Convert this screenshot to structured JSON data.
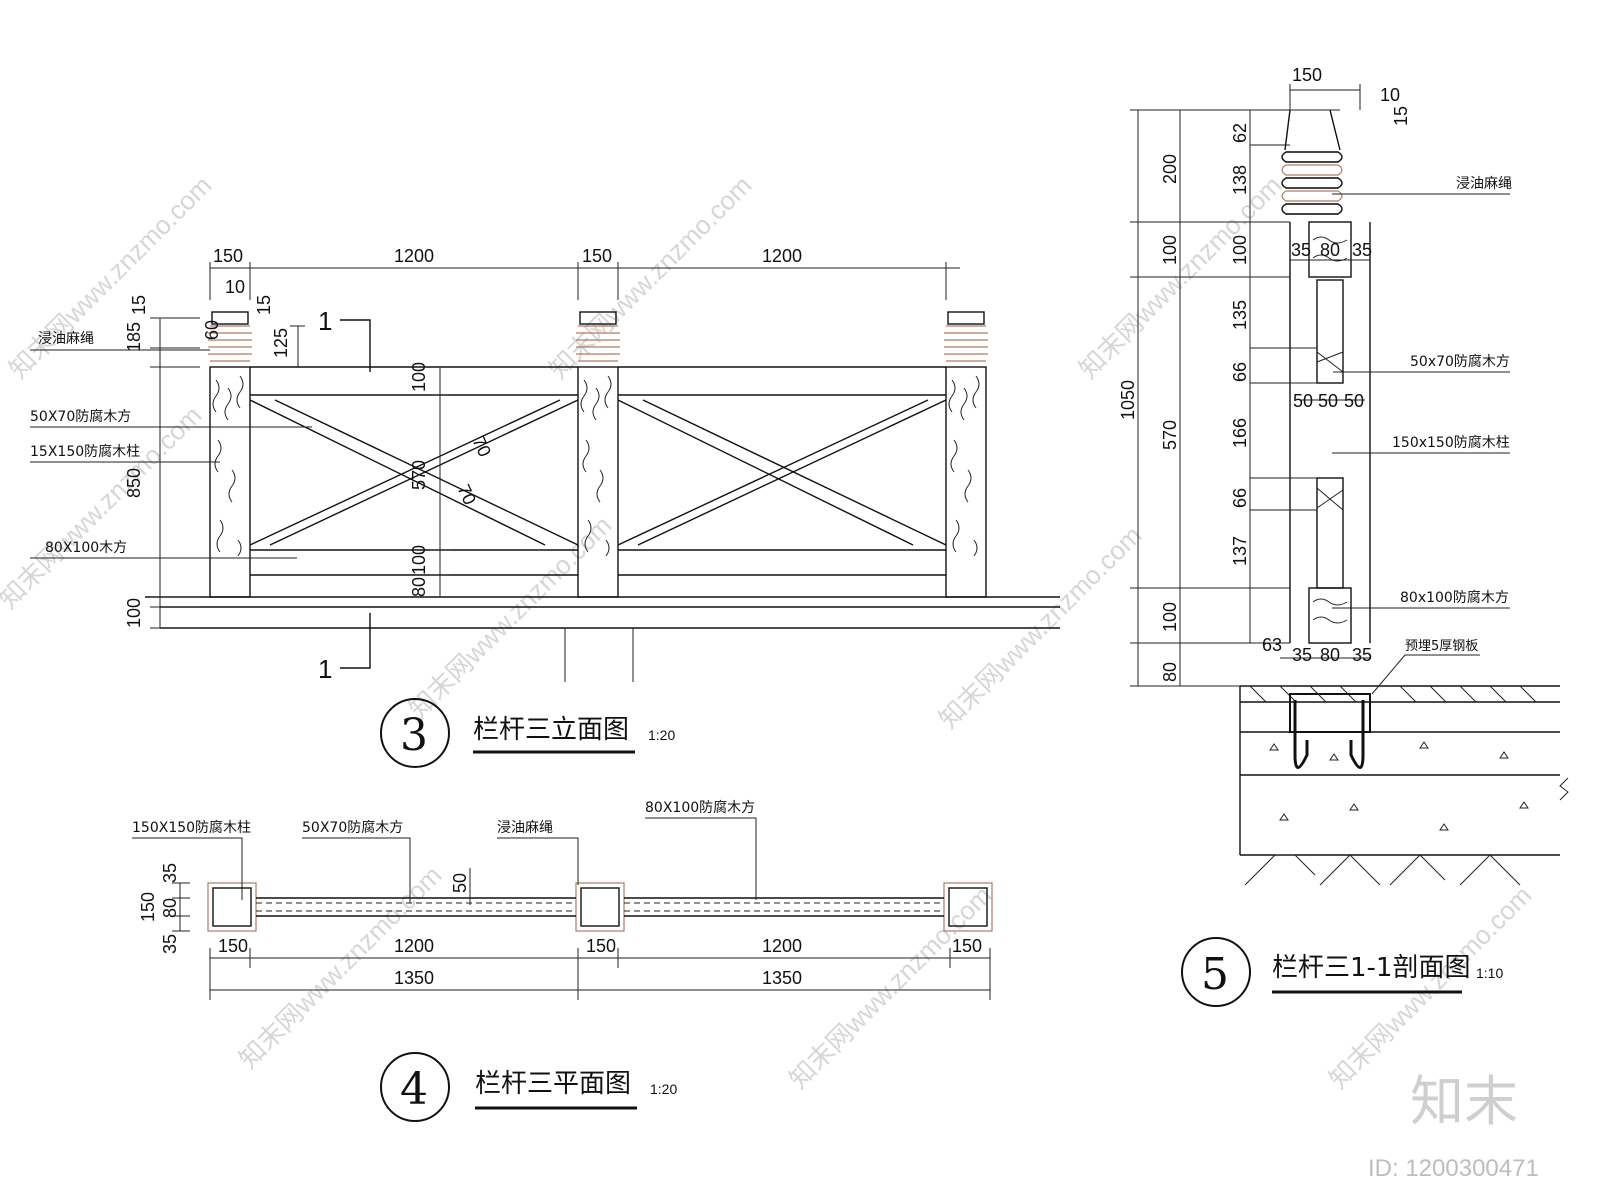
{
  "elevation": {
    "title": "栏杆三立面图",
    "number": "3",
    "scale": "1:20",
    "section_mark": "1",
    "dims_top": [
      "150",
      "1200",
      "150",
      "1200"
    ],
    "dims_small": [
      "10",
      "15",
      "15",
      "60",
      "125"
    ],
    "dims_left": [
      "185",
      "850",
      "100"
    ],
    "dims_inner": [
      "100",
      "570",
      "100",
      "80",
      "70",
      "70"
    ],
    "labels": [
      "浸油麻绳",
      "50X70防腐木方",
      "15X150防腐木柱",
      "80X100木方"
    ]
  },
  "plan": {
    "title": "栏杆三平面图",
    "number": "4",
    "scale": "1:20",
    "labels": [
      "150X150防腐木柱",
      "50X70防腐木方",
      "浸油麻绳",
      "80X100防腐木方"
    ],
    "dims_left": [
      "35",
      "150",
      "80",
      "35"
    ],
    "dim_50": "50",
    "dims_row1": [
      "150",
      "1200",
      "150",
      "1200",
      "150"
    ],
    "dims_row2": [
      "1350",
      "1350"
    ]
  },
  "section": {
    "title": "栏杆三1-1剖面图",
    "number": "5",
    "scale": "1:10",
    "dims_top": [
      "150",
      "10",
      "15"
    ],
    "dim_total": "1050",
    "dims_outer": [
      "200",
      "100",
      "570",
      "100",
      "80"
    ],
    "dims_inner": [
      "62",
      "138",
      "100",
      "135",
      "66",
      "166",
      "66",
      "137"
    ],
    "dims_h1": [
      "35",
      "80",
      "35"
    ],
    "dims_h2": [
      "50",
      "50",
      "50"
    ],
    "dims_h3": [
      "63",
      "35",
      "80",
      "35"
    ],
    "labels": [
      "浸油麻绳",
      "50x70防腐木方",
      "150x150防腐木柱",
      "80x100防腐木方",
      "预埋5厚钢板"
    ]
  },
  "watermark": {
    "text": "知末网www.znzmo.com",
    "brand": "知末",
    "id": "ID: 1200300471"
  }
}
